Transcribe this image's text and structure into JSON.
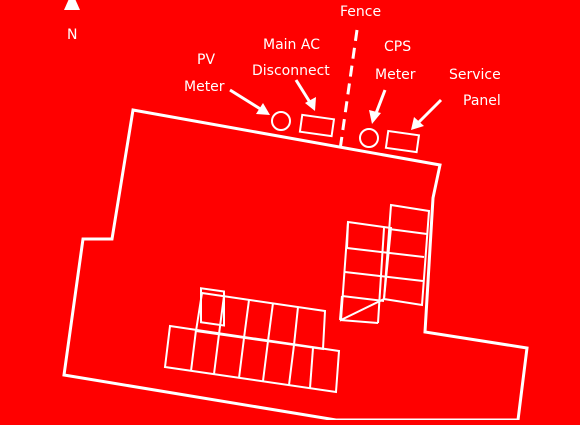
{
  "north": {
    "letter": "N"
  },
  "labels": {
    "fence": "Fence",
    "main_ac_line1": "Main AC",
    "main_ac_line2": "Disconnect",
    "pv_line1": "PV",
    "pv_line2": "Meter",
    "cps_line1": "CPS",
    "cps_line2": "Meter",
    "service_line1": "Service",
    "service_line2": "Panel"
  },
  "colors": {
    "background": "#ff0000",
    "lines": "#ffffff"
  },
  "solar_arrays": {
    "lower_left": {
      "top_row_panels": 5,
      "bottom_row_panels": 7
    },
    "right": {
      "rows": 5,
      "top_cols": 2,
      "bottom_cols": 1
    }
  }
}
